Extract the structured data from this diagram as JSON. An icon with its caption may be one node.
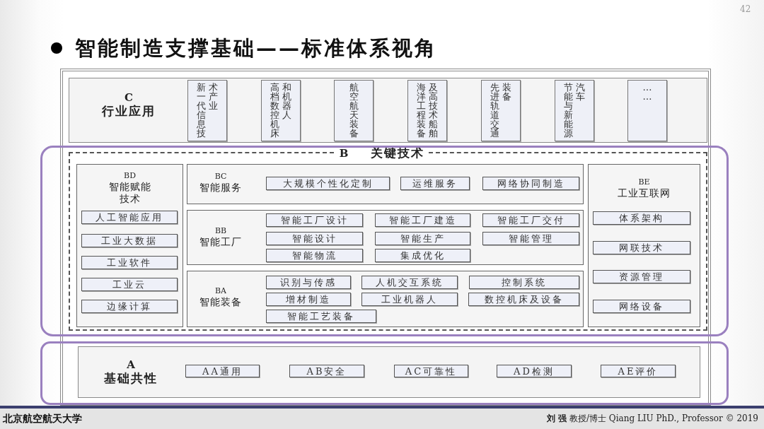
{
  "diagram": {
    "title": "智能制造支撑基础——标准体系视角",
    "nodes": [
      {
        "text": [
          "C",
          "行业应用"
        ]
      },
      {
        "text": [
          "新一代信息技术产业"
        ],
        "in": 0
      },
      {
        "text": [
          "高档数控机床和机器人"
        ],
        "in": 0
      },
      {
        "text": [
          "航空航天装备"
        ],
        "in": 0
      },
      {
        "text": [
          "海洋工程装备及高技术船舶"
        ],
        "in": 0
      },
      {
        "text": [
          "先进轨道交通装备"
        ],
        "in": 0
      },
      {
        "text": [
          "节能与新能源汽车"
        ],
        "in": 0
      },
      {
        "text": [
          "……"
        ],
        "in": 0
      },
      {
        "text": [
          "B",
          "关键技术"
        ]
      },
      {
        "text": [
          "BD",
          "智能赋能技术"
        ],
        "in": 8
      },
      {
        "text": [
          "人工智能应用"
        ],
        "in": 9
      },
      {
        "text": [
          "工业大数据"
        ],
        "in": 9
      },
      {
        "text": [
          "工业软件"
        ],
        "in": 9
      },
      {
        "text": [
          "工业云"
        ],
        "in": 9
      },
      {
        "text": [
          "边缘计算"
        ],
        "in": 9
      },
      {
        "text": [
          "BC",
          "智能服务"
        ],
        "in": 8
      },
      {
        "text": [
          "大规模个性化定制"
        ],
        "in": 15
      },
      {
        "text": [
          "运维服务"
        ],
        "in": 15
      },
      {
        "text": [
          "网络协同制造"
        ],
        "in": 15
      },
      {
        "text": [
          "BB",
          "智能工厂"
        ],
        "in": 8
      },
      {
        "text": [
          "智能工厂设计"
        ],
        "in": 19
      },
      {
        "text": [
          "智能工厂建造"
        ],
        "in": 19
      },
      {
        "text": [
          "智能工厂交付"
        ],
        "in": 19
      },
      {
        "text": [
          "智能设计"
        ],
        "in": 19
      },
      {
        "text": [
          "智能生产"
        ],
        "in": 19
      },
      {
        "text": [
          "智能管理"
        ],
        "in": 19
      },
      {
        "text": [
          "智能物流"
        ],
        "in": 19
      },
      {
        "text": [
          "集成优化"
        ],
        "in": 19
      },
      {
        "text": [
          "BA",
          "智能装备"
        ],
        "in": 8
      },
      {
        "text": [
          "识别与传感"
        ],
        "in": 28
      },
      {
        "text": [
          "人机交互系统"
        ],
        "in": 28
      },
      {
        "text": [
          "控制系统"
        ],
        "in": 28
      },
      {
        "text": [
          "增材制造"
        ],
        "in": 28
      },
      {
        "text": [
          "工业机器人"
        ],
        "in": 28
      },
      {
        "text": [
          "数控机床及设备"
        ],
        "in": 28
      },
      {
        "text": [
          "智能工艺装备"
        ],
        "in": 28
      },
      {
        "text": [
          "BE",
          "工业互联网"
        ],
        "in": 8
      },
      {
        "text": [
          "体系架构"
        ],
        "in": 36
      },
      {
        "text": [
          "网联技术"
        ],
        "in": 36
      },
      {
        "text": [
          "资源管理"
        ],
        "in": 36
      },
      {
        "text": [
          "网络设备"
        ],
        "in": 36
      },
      {
        "text": [
          "A",
          "基础共性"
        ]
      },
      {
        "text": [
          "AA通用"
        ],
        "in": 41
      },
      {
        "text": [
          "AB安全"
        ],
        "in": 41
      },
      {
        "text": [
          "AC可靠性"
        ],
        "in": 41
      },
      {
        "text": [
          "AD检测"
        ],
        "in": 41
      },
      {
        "text": [
          "AE评价"
        ],
        "in": 41
      }
    ],
    "labels": [
      "42",
      "北京航空航天大学",
      "**刘 强** 教授/博士 Qiang LIU PhD., Professor © 2019"
    ]
  }
}
